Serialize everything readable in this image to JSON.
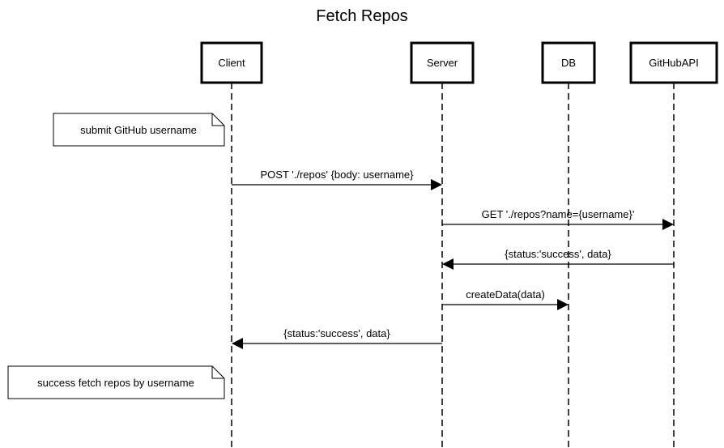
{
  "title": "Fetch Repos",
  "participants": [
    {
      "id": "client",
      "label": "Client"
    },
    {
      "id": "server",
      "label": "Server"
    },
    {
      "id": "db",
      "label": "DB"
    },
    {
      "id": "github",
      "label": "GitHubAPI"
    }
  ],
  "notes": [
    {
      "id": "note-submit",
      "text": "submit GitHub username"
    },
    {
      "id": "note-success",
      "text": "success fetch repos by username"
    }
  ],
  "messages": [
    {
      "id": "msg-post",
      "from": "client",
      "to": "server",
      "label": "POST './repos' {body: username}"
    },
    {
      "id": "msg-get",
      "from": "server",
      "to": "github",
      "label": "GET './repos?name={username}'"
    },
    {
      "id": "msg-github-response",
      "from": "github",
      "to": "server",
      "label": "{status:'success', data}"
    },
    {
      "id": "msg-create",
      "from": "server",
      "to": "db",
      "label": "createData(data)"
    },
    {
      "id": "msg-server-response",
      "from": "server",
      "to": "client",
      "label": "{status:'success', data}"
    }
  ]
}
